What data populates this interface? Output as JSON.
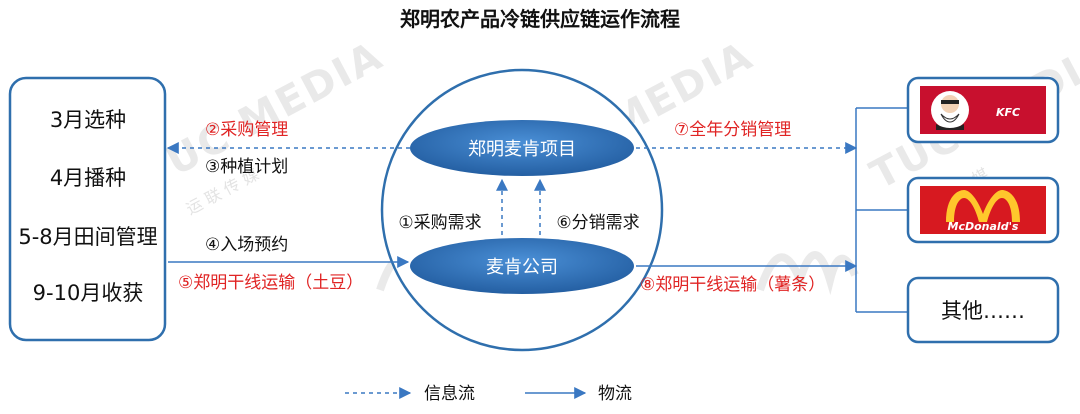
{
  "title": "郑明农产品冷链供应链运作流程",
  "farm_steps": [
    "3月选种",
    "4月播种",
    "5-8月田间管理",
    "9-10月收获"
  ],
  "center": {
    "project_label": "郑明麦肯项目",
    "company_label": "麦肯公司",
    "purchase_demand": "①采购需求",
    "sales_demand": "⑥分销需求"
  },
  "flows_left": {
    "procurement": "②采购管理",
    "planting_plan": "③种植计划",
    "entry_appointment": "④入场预约",
    "trunk_transport": "⑤郑明干线运输（土豆）"
  },
  "flows_right": {
    "distribution": "⑦全年分销管理",
    "trunk_transport": "⑧郑明干线运输（薯条）"
  },
  "customers": {
    "kfc_logo_text": "KFC",
    "mcd_logo_text": "McDonald's",
    "other": "其他……"
  },
  "legend": {
    "info_flow": "信息流",
    "physical_flow": "物流"
  },
  "watermark": {
    "text": "TUC MEDIA",
    "cn": "运 联 传 媒"
  },
  "colors": {
    "border_blue": "#2f6fad",
    "oval_blue": "#2e6db3",
    "red_label": "#e02424",
    "dashed_blue": "#3a78c2"
  },
  "icons": [
    "arrow-right-icon",
    "arrow-left-icon",
    "arrow-up-icon",
    "kfc-logo",
    "mcdonalds-logo"
  ]
}
